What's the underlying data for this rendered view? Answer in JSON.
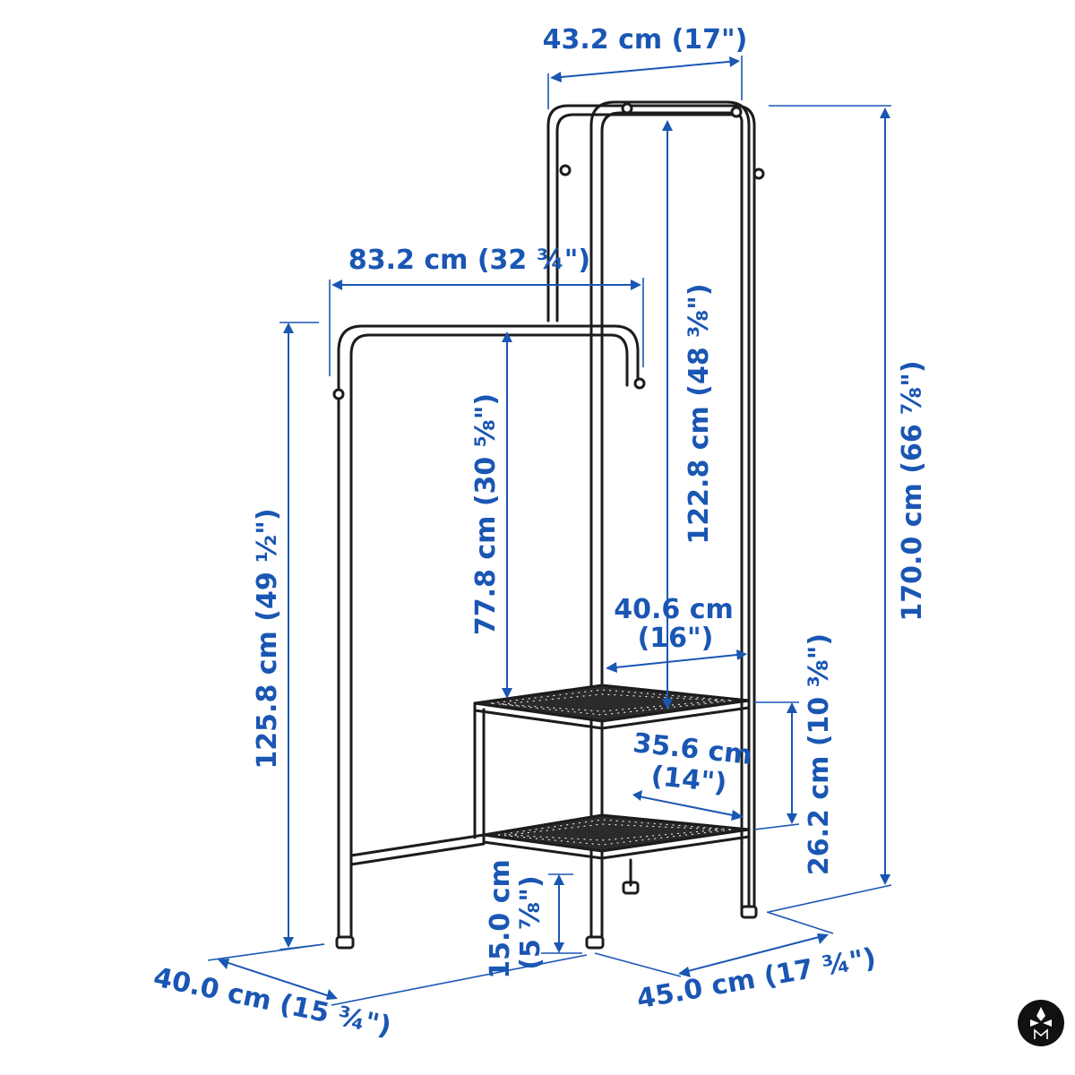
{
  "colors": {
    "dimension": "#1a56b3",
    "product": "#1c1c1c",
    "background": "#ffffff"
  },
  "dimensions": {
    "top_width": "43.2 cm (17\")",
    "lower_rail_width": "83.2 cm (32 ¾\")",
    "total_height": "170.0 cm (66 ⅞\")",
    "upper_rail_height": "122.8 cm (48 ⅜\")",
    "lower_rail_height": "125.8 cm (49 ½\")",
    "lower_hanging_space": "77.8 cm (30 ⅝\")",
    "shelf_width_cm": "40.6 cm",
    "shelf_width_in": "(16\")",
    "shelf_depth_cm": "35.6 cm",
    "shelf_depth_in": "(14\")",
    "shelf_spacing": "26.2 cm (10 ⅜\")",
    "bottom_clearance_cm": "15.0 cm",
    "bottom_clearance_in": "(5 ⅞\")",
    "base_depth": "40.0 cm (15 ¾\")",
    "base_width": "45.0 cm (17 ¾\")"
  },
  "logo": {
    "icon": "watermark-logo-icon"
  }
}
